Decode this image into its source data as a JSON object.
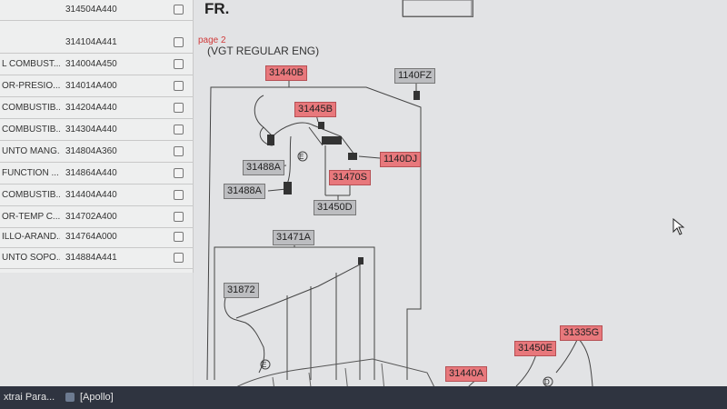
{
  "parts": [
    {
      "desc": "",
      "num": "314504A440"
    },
    {
      "desc": "",
      "num": "314104A441"
    },
    {
      "desc": "L COMBUST...",
      "num": "314004A450"
    },
    {
      "desc": "OR-PRESIO...",
      "num": "314014A400"
    },
    {
      "desc": "COMBUSTIB...",
      "num": "314204A440"
    },
    {
      "desc": "COMBUSTIB...",
      "num": "314304A440"
    },
    {
      "desc": "UNTO MANG...",
      "num": "314804A360"
    },
    {
      "desc": "FUNCTION ...",
      "num": "314864A440"
    },
    {
      "desc": "COMBUSTIB...",
      "num": "314404A440"
    },
    {
      "desc": "OR-TEMP C...",
      "num": "314702A400"
    },
    {
      "desc": "ILLO-ARAND...",
      "num": "314764A000"
    },
    {
      "desc": "UNTO SOPO...",
      "num": "314884A441"
    }
  ],
  "diagram": {
    "title": "FR.",
    "page_ref": "page 2",
    "variant": "(VGT REGULAR ENG)",
    "labels": {
      "l31440B": "31440B",
      "l1140FZ": "1140FZ",
      "l31445B": "31445B",
      "l1140DJ": "1140DJ",
      "l31470S": "31470S",
      "l31488A_1": "31488A",
      "l31488A_2": "31488A",
      "l31450D": "31450D",
      "l31471A": "31471A",
      "l31872": "31872",
      "l31335G": "31335G",
      "l31450E": "31450E",
      "l31440A": "31440A"
    }
  },
  "taskbar": {
    "item1": "xtrai Para...",
    "item2": "[Apollo]"
  },
  "colors": {
    "highlight": "#e8787c",
    "callout": "#bcbdc0"
  }
}
